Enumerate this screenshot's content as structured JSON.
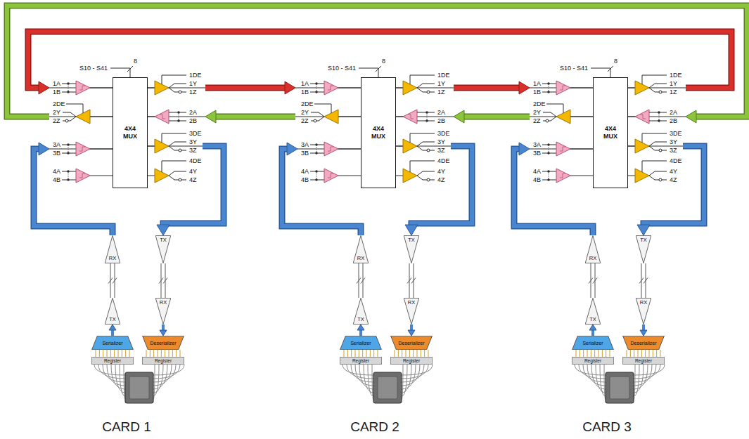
{
  "diagram": {
    "nodes": [
      {
        "text": [
          "4X4 MUX"
        ]
      },
      {
        "text": [
          "4X4 MUX"
        ]
      },
      {
        "text": [
          "4X4 MUX"
        ]
      },
      {
        "text": [
          "RX"
        ]
      },
      {
        "text": [
          "TX"
        ]
      },
      {
        "text": [
          "TX"
        ]
      },
      {
        "text": [
          "RX"
        ]
      },
      {
        "text": [
          "Serializer"
        ]
      },
      {
        "text": [
          "Deserializer"
        ]
      },
      {
        "text": [
          "Register"
        ]
      },
      {
        "text": [
          "Register"
        ]
      },
      {
        "text": [
          "RX"
        ]
      },
      {
        "text": [
          "TX"
        ]
      },
      {
        "text": [
          "TX"
        ]
      },
      {
        "text": [
          "RX"
        ]
      },
      {
        "text": [
          "Serializer"
        ]
      },
      {
        "text": [
          "Deserializer"
        ]
      },
      {
        "text": [
          "Register"
        ]
      },
      {
        "text": [
          "Register"
        ]
      },
      {
        "text": [
          "RX"
        ]
      },
      {
        "text": [
          "TX"
        ]
      },
      {
        "text": [
          "TX"
        ]
      },
      {
        "text": [
          "RX"
        ]
      },
      {
        "text": [
          "Serializer"
        ]
      },
      {
        "text": [
          "Deserializer"
        ]
      },
      {
        "text": [
          "Register"
        ]
      },
      {
        "text": [
          "Register"
        ]
      }
    ],
    "edges": [
      {
        "from": 0,
        "to": 1,
        "arrow": "to"
      },
      {
        "from": 1,
        "to": 2,
        "arrow": "to"
      },
      {
        "from": 2,
        "to": 0,
        "arrow": "to"
      },
      {
        "from": 2,
        "to": 1,
        "arrow": "to"
      },
      {
        "from": 1,
        "to": 0,
        "arrow": "to"
      },
      {
        "from": 0,
        "to": 2,
        "arrow": "to"
      },
      {
        "from": 3,
        "to": 0,
        "arrow": "to"
      },
      {
        "from": 0,
        "to": 4,
        "arrow": "to"
      },
      {
        "from": 5,
        "to": 3,
        "arrow": "none"
      },
      {
        "from": 4,
        "to": 6,
        "arrow": "none"
      },
      {
        "from": 7,
        "to": 5,
        "arrow": "to"
      },
      {
        "from": 6,
        "to": 8,
        "arrow": "to"
      },
      {
        "from": 9,
        "to": 7,
        "arrow": "none"
      },
      {
        "from": 8,
        "to": 10,
        "arrow": "none"
      },
      {
        "from": 11,
        "to": 1,
        "arrow": "to"
      },
      {
        "from": 1,
        "to": 12,
        "arrow": "to"
      },
      {
        "from": 13,
        "to": 11,
        "arrow": "none"
      },
      {
        "from": 12,
        "to": 14,
        "arrow": "none"
      },
      {
        "from": 15,
        "to": 13,
        "arrow": "to"
      },
      {
        "from": 14,
        "to": 16,
        "arrow": "to"
      },
      {
        "from": 17,
        "to": 15,
        "arrow": "none"
      },
      {
        "from": 16,
        "to": 18,
        "arrow": "none"
      },
      {
        "from": 19,
        "to": 2,
        "arrow": "to"
      },
      {
        "from": 2,
        "to": 20,
        "arrow": "to"
      },
      {
        "from": 21,
        "to": 19,
        "arrow": "none"
      },
      {
        "from": 20,
        "to": 22,
        "arrow": "none"
      },
      {
        "from": 23,
        "to": 21,
        "arrow": "to"
      },
      {
        "from": 22,
        "to": 24,
        "arrow": "to"
      },
      {
        "from": 25,
        "to": 23,
        "arrow": "none"
      },
      {
        "from": 24,
        "to": 26,
        "arrow": "none"
      }
    ],
    "labels": [
      "S10 - S41",
      "8",
      "1A",
      "1B",
      "2DE",
      "2Y",
      "2Z",
      "3A",
      "3B",
      "4A",
      "4B",
      "1DE",
      "1Y",
      "1Z",
      "2A",
      "2B",
      "3DE",
      "3Y",
      "3Z",
      "4DE",
      "4Y",
      "4Z",
      "S10 - S41",
      "8",
      "1A",
      "1B",
      "2DE",
      "2Y",
      "2Z",
      "3A",
      "3B",
      "4A",
      "4B",
      "1DE",
      "1Y",
      "1Z",
      "2A",
      "2B",
      "3DE",
      "3Y",
      "3Z",
      "4DE",
      "4Y",
      "4Z",
      "S10 - S41",
      "8",
      "1A",
      "1B",
      "2DE",
      "2Y",
      "2Z",
      "3A",
      "3B",
      "4A",
      "4B",
      "1DE",
      "1Y",
      "1Z",
      "2A",
      "2B",
      "3DE",
      "3Y",
      "3Z",
      "4DE",
      "4Y",
      "4Z",
      "CARD 1",
      "CARD 2",
      "CARD 3"
    ]
  }
}
